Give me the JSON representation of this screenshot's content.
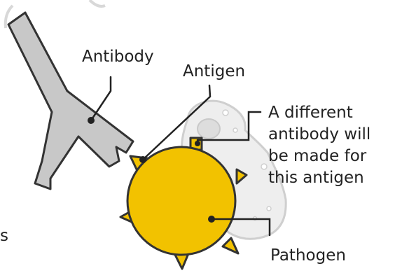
{
  "labels": {
    "antibody": "Antibody",
    "antigen": "Antigen",
    "different_antibody": [
      "A different",
      "antibody will",
      "be made for",
      "this antigen"
    ],
    "pathogen": "Pathogen",
    "cropped_left_text": "s"
  },
  "colors": {
    "antibody_fill": "#c8c8c8",
    "outline": "#333333",
    "pathogen_fill": "#f2c200",
    "background_cell_fill": "#eeeeee",
    "background_cell_outline": "#cfcfcf",
    "text": "#222222"
  }
}
